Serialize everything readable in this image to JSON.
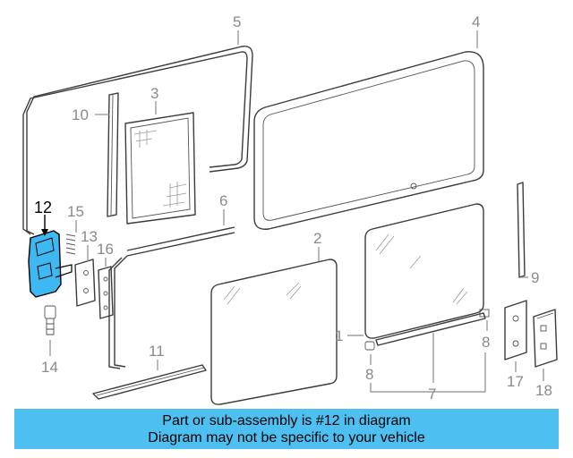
{
  "diagram": {
    "callouts": [
      {
        "id": "c1",
        "label": "1"
      },
      {
        "id": "c2",
        "label": "2"
      },
      {
        "id": "c3",
        "label": "3"
      },
      {
        "id": "c4",
        "label": "4"
      },
      {
        "id": "c5",
        "label": "5"
      },
      {
        "id": "c6",
        "label": "6"
      },
      {
        "id": "c7",
        "label": "7"
      },
      {
        "id": "c8a",
        "label": "8"
      },
      {
        "id": "c8b",
        "label": "8"
      },
      {
        "id": "c9",
        "label": "9"
      },
      {
        "id": "c10",
        "label": "10"
      },
      {
        "id": "c11",
        "label": "11"
      },
      {
        "id": "c12",
        "label": "12"
      },
      {
        "id": "c13",
        "label": "13"
      },
      {
        "id": "c14",
        "label": "14"
      },
      {
        "id": "c15",
        "label": "15"
      },
      {
        "id": "c16",
        "label": "16"
      },
      {
        "id": "c17",
        "label": "17"
      },
      {
        "id": "c18",
        "label": "18"
      }
    ],
    "highlight_color": "#3db8f0",
    "highlighted_part": "12"
  },
  "banner": {
    "line1": "Part or sub-assembly is #12 in diagram",
    "line2": "Diagram may not be specific to your vehicle",
    "background": "#4dbff0"
  }
}
